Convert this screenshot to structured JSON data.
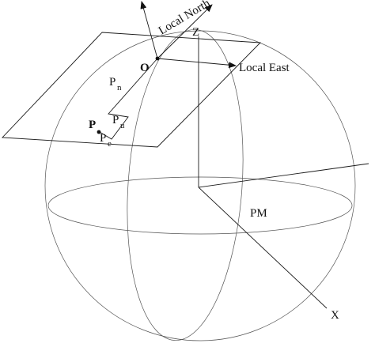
{
  "labels": {
    "z": "Z",
    "x": "X",
    "pm": "PM",
    "local_north": "Local North",
    "local_east": "Local East",
    "origin": "O",
    "point": "P",
    "pn_main": "P",
    "pn_sub": "n",
    "pu_main": "P",
    "pu_sub": "u",
    "pe_main": "P",
    "pe_sub": "e"
  },
  "colors": {
    "line": "#1a1a1a",
    "background": "#ffffff"
  }
}
